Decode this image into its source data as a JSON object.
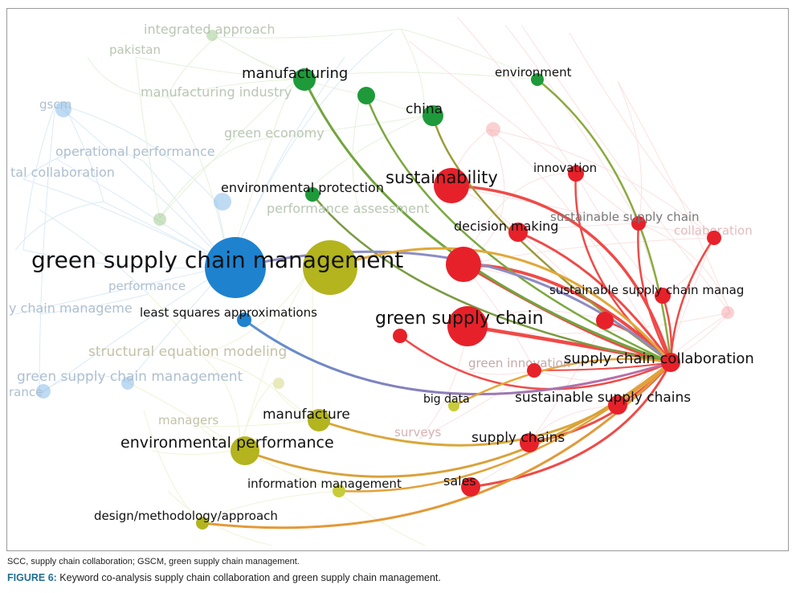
{
  "captions": {
    "abbreviations": "SCC, supply chain collaboration; GSCM, green supply chain management.",
    "figure_label": "FIGURE 6:",
    "figure_text": " Keyword co-analysis supply chain collaboration and green supply chain management."
  },
  "colors": {
    "red": "#e8202a",
    "green": "#1f9a3a",
    "yellow": "#b5b51c",
    "blue": "#1f84cf",
    "faded_red": "#f4a6a8",
    "faded_green": "#a9cf98",
    "faded_blue": "#9cc5e6",
    "faded_yellow": "#d9dc8f"
  },
  "nodes": [
    {
      "id": "gscm_main",
      "label": "green supply chain management",
      "cluster": "blue",
      "strong": true
    },
    {
      "id": "scc",
      "label": "supply chain collaboration",
      "cluster": "red",
      "strong": true
    },
    {
      "id": "green_sc",
      "label": "green supply chain",
      "cluster": "red",
      "strong": true
    },
    {
      "id": "sustainability",
      "label": "sustainability",
      "cluster": "red",
      "strong": true
    },
    {
      "id": "decision_making",
      "label": "decision making",
      "cluster": "red",
      "strong": true
    },
    {
      "id": "innovation",
      "label": "innovation",
      "cluster": "red",
      "strong": true
    },
    {
      "id": "ssc",
      "label": "sustainable supply chain",
      "cluster": "red",
      "strong": true
    },
    {
      "id": "sscm",
      "label": "sustainable supply chain manag",
      "cluster": "red",
      "strong": true
    },
    {
      "id": "sscs",
      "label": "sustainable supply chains",
      "cluster": "red",
      "strong": true
    },
    {
      "id": "supply_chains",
      "label": "supply chains",
      "cluster": "red",
      "strong": true
    },
    {
      "id": "sales",
      "label": "sales",
      "cluster": "red",
      "strong": true
    },
    {
      "id": "manufacturing",
      "label": "manufacturing",
      "cluster": "green",
      "strong": true
    },
    {
      "id": "china",
      "label": "china",
      "cluster": "green",
      "strong": true
    },
    {
      "id": "environment",
      "label": "environment",
      "cluster": "green",
      "strong": true
    },
    {
      "id": "env_protection",
      "label": "environmental protection",
      "cluster": "green",
      "strong": true
    },
    {
      "id": "manufacture",
      "label": "manufacture",
      "cluster": "yellow",
      "strong": true
    },
    {
      "id": "env_performance",
      "label": "environmental performance",
      "cluster": "yellow",
      "strong": true
    },
    {
      "id": "info_mgmt",
      "label": "information management",
      "cluster": "yellow",
      "strong": true
    },
    {
      "id": "design",
      "label": "design/methodology/approach",
      "cluster": "yellow",
      "strong": true
    },
    {
      "id": "big_data",
      "label": "big data",
      "cluster": "yellow",
      "strong": true
    },
    {
      "id": "lsa",
      "label": "least squares approximations",
      "cluster": "blue",
      "strong": true
    },
    {
      "id": "integrated",
      "label": "integrated approach",
      "cluster": "green",
      "strong": false
    },
    {
      "id": "pakistan",
      "label": "pakistan",
      "cluster": "green",
      "strong": false
    },
    {
      "id": "mfg_industry",
      "label": "manufacturing industry",
      "cluster": "green",
      "strong": false
    },
    {
      "id": "green_economy",
      "label": "green economy",
      "cluster": "green",
      "strong": false
    },
    {
      "id": "gscm_abbr",
      "label": "gscm",
      "cluster": "blue",
      "strong": false
    },
    {
      "id": "op_perf",
      "label": "operational performance",
      "cluster": "blue",
      "strong": false
    },
    {
      "id": "tal_collab",
      "label": "tal collaboration",
      "cluster": "blue",
      "strong": false
    },
    {
      "id": "perf_assess",
      "label": "performance assessment",
      "cluster": "green",
      "strong": false
    },
    {
      "id": "performance",
      "label": "performance",
      "cluster": "blue",
      "strong": false
    },
    {
      "id": "y_chain_mgmt",
      "label": "y chain manageme",
      "cluster": "blue",
      "strong": false
    },
    {
      "id": "sem",
      "label": "structural equation modeling",
      "cluster": "yellow",
      "strong": false
    },
    {
      "id": "gscm_2",
      "label": "green supply chain management",
      "cluster": "blue",
      "strong": false
    },
    {
      "id": "rance",
      "label": "rance",
      "cluster": "blue",
      "strong": false
    },
    {
      "id": "managers",
      "label": "managers",
      "cluster": "yellow",
      "strong": false
    },
    {
      "id": "surveys",
      "label": "surveys",
      "cluster": "red",
      "strong": false
    },
    {
      "id": "green_innovation",
      "label": "green innovation",
      "cluster": "red",
      "strong": false
    },
    {
      "id": "collaboration",
      "label": "collaboration",
      "cluster": "red",
      "strong": false
    }
  ]
}
